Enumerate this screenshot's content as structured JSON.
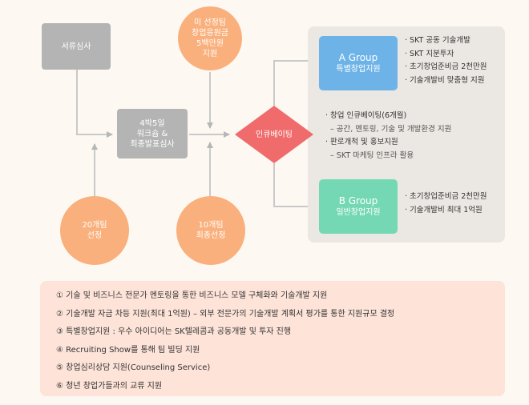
{
  "nodes": {
    "screening": "서류심사",
    "unselected_teams": "미 선정팀\n창업응원금\n5백만원\n지원",
    "workshop": "4박5일\n워크숍 &\n최종발표심사",
    "incubating": "인큐베이팅",
    "teams20": "20개팀\n선정",
    "teams10": "10개팀\n최종선정",
    "group_a_title": "A Group",
    "group_a_sub": "특별창업지원",
    "group_b_title": "B Group",
    "group_b_sub": "일반창업지원"
  },
  "group_a_benefits": [
    "· SKT 공동 기술개발",
    "· SKT 지분투자",
    "· 초기창업준비금 2천만원",
    "· 기술개발비 맞춤형 지원"
  ],
  "incubating_details": [
    {
      "text": "· 창업 인큐베이팅(6개월)",
      "sub": false
    },
    {
      "text": "  – 공간, 멘토링, 기술 및 개발환경 지원",
      "sub": true
    },
    {
      "text": "· 판로개척 및 홍보지원",
      "sub": false
    },
    {
      "text": "  – SKT 마케팅 인프라 활용",
      "sub": true
    }
  ],
  "group_b_benefits": [
    "· 초기창업준비금 2천만원",
    "· 기술개발비 최대 1억원"
  ],
  "notes": [
    "① 기술 및 비즈니스 전문가 멘토링을 통한 비즈니스 모델 구체화와 기술개발 지원",
    "② 기술개발 자금 차등 지원(최대 1억원) – 외부 전문가의 기술개발 계획서 평가를 통한 지원규모 결정",
    "③ 특별창업지원 : 우수 아이디어는 SK텔레콤과 공동개발 및 투자 진행",
    "④ Recruiting Show를 통해 팀 빌딩 지원",
    "⑤ 창업심리상담 지원(Counseling Service)",
    "⑥ 청년 창업가들과의 교류 지원"
  ],
  "colors": {
    "gray_box": "#b4b4b4",
    "orange": "#f9b07c",
    "diamond": "#f06b6b",
    "group_a": "#6eb3e8",
    "group_b": "#74d8b4",
    "panel": "#ebe7e2",
    "notes_bg": "#fde3d8"
  }
}
